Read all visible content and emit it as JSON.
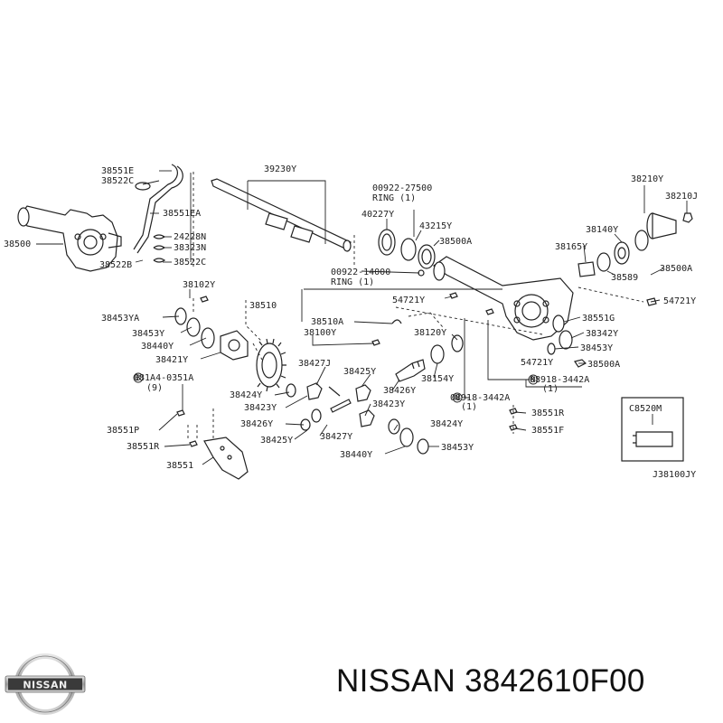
{
  "diagram": {
    "labels": [
      "38551E",
      "38522C",
      "38551EA",
      "38500",
      "24228N",
      "38323N",
      "38522B",
      "38522C",
      "39230Y",
      "00922-27500",
      "RING (1)",
      "40227Y",
      "43215Y",
      "38500A",
      "00922-14000",
      "RING (1)",
      "38210Y",
      "38210J",
      "38140Y",
      "38165Y",
      "38589",
      "38500A",
      "38102Y",
      "38510",
      "54721Y",
      "54721Y",
      "38453YA",
      "38453Y",
      "38440Y",
      "38421Y",
      "38510A",
      "38100Y",
      "38120Y",
      "38551G",
      "38342Y",
      "38453Y",
      "38427J",
      "38425Y",
      "38426Y",
      "38154Y",
      "54721Y",
      "38500A",
      "08918-3442A",
      "(1)",
      "08918-3442A",
      "(1)",
      "081A4-0351A",
      "(9)",
      "38424Y",
      "38423Y",
      "38423Y",
      "38551R",
      "38551F",
      "38551P",
      "38426Y",
      "38427Y",
      "38424Y",
      "38551R",
      "38425Y",
      "38440Y",
      "38453Y",
      "38551",
      "C8520M",
      "J38100JY"
    ]
  },
  "brand": {
    "logo_text": "NISSAN",
    "caption": "NISSAN 3842610F00"
  }
}
